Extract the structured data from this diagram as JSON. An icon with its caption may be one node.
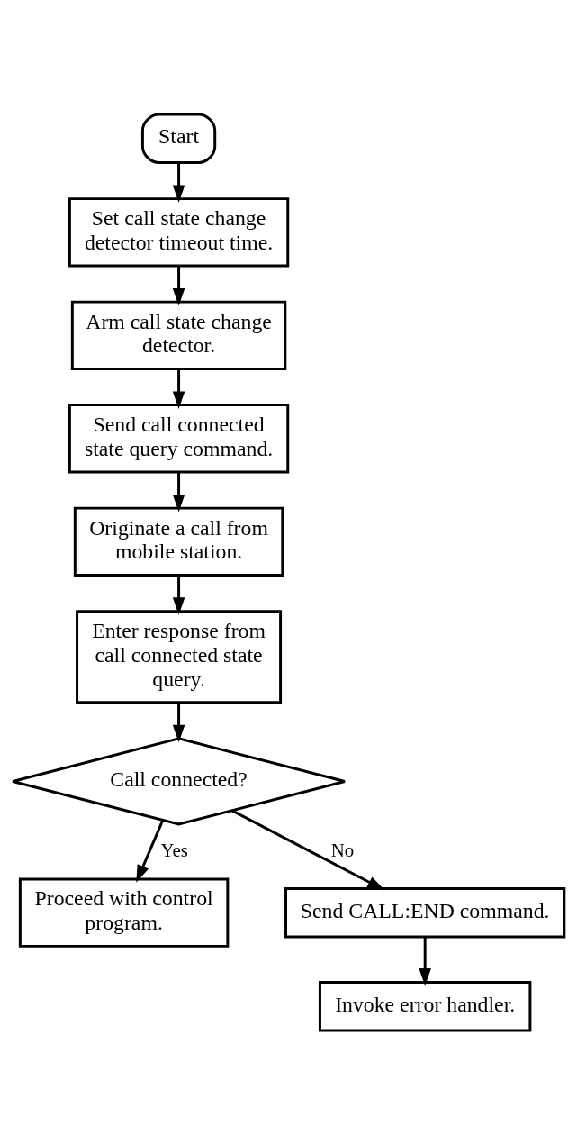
{
  "diagram": {
    "nodes": [
      {
        "text": [
          "Start"
        ]
      },
      {
        "text": [
          "Set call state change detector timeout time."
        ]
      },
      {
        "text": [
          "Arm call state change detector."
        ]
      },
      {
        "text": [
          "Send call connected state query command."
        ]
      },
      {
        "text": [
          "Originate a call from mobile station."
        ]
      },
      {
        "text": [
          "Enter response from call connected state query."
        ]
      },
      {
        "text": [
          "Call connected?"
        ]
      },
      {
        "text": [
          "Proceed with control program."
        ]
      },
      {
        "text": [
          "Send CALL:END command."
        ]
      },
      {
        "text": [
          "Invoke error handler."
        ]
      }
    ],
    "edges": [
      {
        "from": 0,
        "to": 1,
        "arrow": "to"
      },
      {
        "from": 1,
        "to": 2,
        "arrow": "to"
      },
      {
        "from": 2,
        "to": 3,
        "arrow": "to"
      },
      {
        "from": 3,
        "to": 4,
        "arrow": "to"
      },
      {
        "from": 4,
        "to": 5,
        "arrow": "to"
      },
      {
        "from": 5,
        "to": 6,
        "arrow": "to"
      },
      {
        "from": 6,
        "to": 7,
        "label": "Yes",
        "arrow": "to"
      },
      {
        "from": 6,
        "to": 8,
        "label": "No",
        "arrow": "to"
      },
      {
        "from": 8,
        "to": 9,
        "arrow": "to"
      }
    ]
  }
}
